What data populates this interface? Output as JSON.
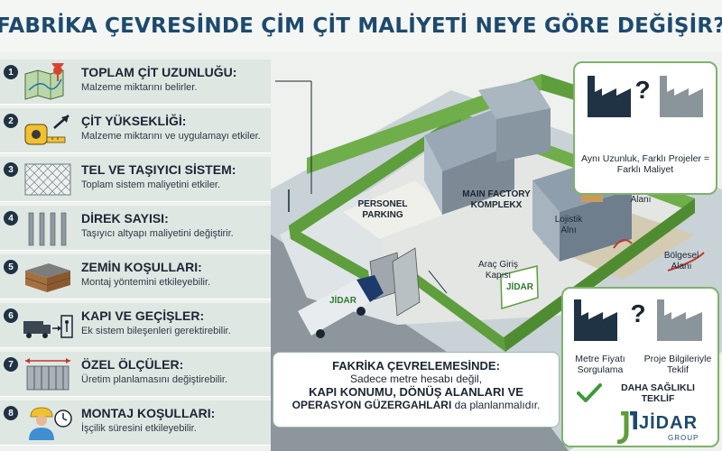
{
  "title": "FABRİKA ÇEVRESİNDE ÇİM ÇİT MALİYETİ NEYE GÖRE DEĞİŞİR?",
  "items": [
    {
      "num": "1",
      "title": "TOPLAM ÇİT UZUNLUĞU:",
      "desc": "Malzeme miktarını belirler."
    },
    {
      "num": "2",
      "title": "ÇİT YÜKSEKLİĞİ:",
      "desc": "Malzeme miktarını ve uygulamayı etkiler."
    },
    {
      "num": "3",
      "title": "TEL VE TAŞIYICI SİSTEM:",
      "desc": "Toplam sistem maliyetini etkiler."
    },
    {
      "num": "4",
      "title": "DİREK SAYISI:",
      "desc": "Taşıyıcı altyapı maliyetini değiştirir."
    },
    {
      "num": "5",
      "title": "ZEMİN KOŞULLARI:",
      "desc": "Montaj yöntemini etkileyebilir."
    },
    {
      "num": "6",
      "title": "KAPI VE GEÇİŞLER:",
      "desc": "Ek sistem bileşenleri gerektirebilir."
    },
    {
      "num": "7",
      "title": "ÖZEL ÖLÇÜLER:",
      "desc": "Üretim planlamasını değiştirebilir."
    },
    {
      "num": "8",
      "title": "MONTAJ KOŞULLARI:",
      "desc": "İşçilik süresini etkileyebilir."
    }
  ],
  "scene": {
    "parking": "PERSONEL PARKING",
    "factory": "MAIN FACTORY KOMPLEKX",
    "open_stock": "Açık Stok Alanı",
    "logistics": "Lojistik Alnı",
    "regional": "Bölgesel Alanı",
    "entrance": "Araç Giriş Kapısı",
    "sign_logo": "JİDAR",
    "truck_logo": "JİDAR"
  },
  "callout_top": {
    "text": "Aynı Uzunluk, Farklı Projeler = Farklı Maliyet",
    "qmark": "?"
  },
  "callout_bottom": {
    "left": "Metre Fiyatı Sorgulama",
    "right": "Proje Bilgileriyle Teklif",
    "check": "DAHA SAĞLIKLI TEKLİF",
    "qmark": "?"
  },
  "info_box": {
    "line1": "FAKRİKA ÇEVRELEMESİNDE:",
    "line2": "Sadece metre hesabı değil,",
    "line3": "KAPI KONUMU, DÖNÜŞ ALANLARI VE",
    "line4a": "OPERASYON GÜZERGAHLARI",
    "line4b": " da planlanmalıdır."
  },
  "brand": {
    "name": "JİDAR",
    "sub": "GROUP"
  },
  "colors": {
    "title": "#1d4a6e",
    "hedge": "#5e9e3c",
    "accent": "#7db36b",
    "arrow": "#c0392b",
    "panel": "#dfe7e3"
  },
  "icons": [
    "map-pin-icon",
    "tape-measure-icon",
    "wire-mesh-icon",
    "fence-post-icon",
    "ground-layer-icon",
    "truck-gate-icon",
    "ruler-fence-icon",
    "worker-clock-icon",
    "factory-icon",
    "check-icon"
  ]
}
